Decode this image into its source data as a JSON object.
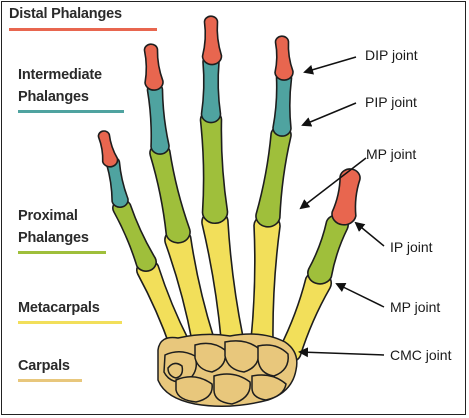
{
  "labels": {
    "distal": "Distal Phalanges",
    "intermediate_1": "Intermediate",
    "intermediate_2": "Phalanges",
    "proximal_1": "Proximal",
    "proximal_2": "Phalanges",
    "metacarpals": "Metacarpals",
    "carpals": "Carpals"
  },
  "joints": {
    "dip": "DIP joint",
    "pip": "PIP joint",
    "mp_finger": "MP joint",
    "ip": "IP joint",
    "mp_thumb": "MP joint",
    "cmc": "CMC joint"
  },
  "colors": {
    "distal": "#e8664f",
    "intermediate": "#4fa3a0",
    "proximal": "#9fbf3b",
    "metacarpal": "#f2df5a",
    "carpal": "#e8c77c",
    "outline": "#1e1e1e"
  }
}
